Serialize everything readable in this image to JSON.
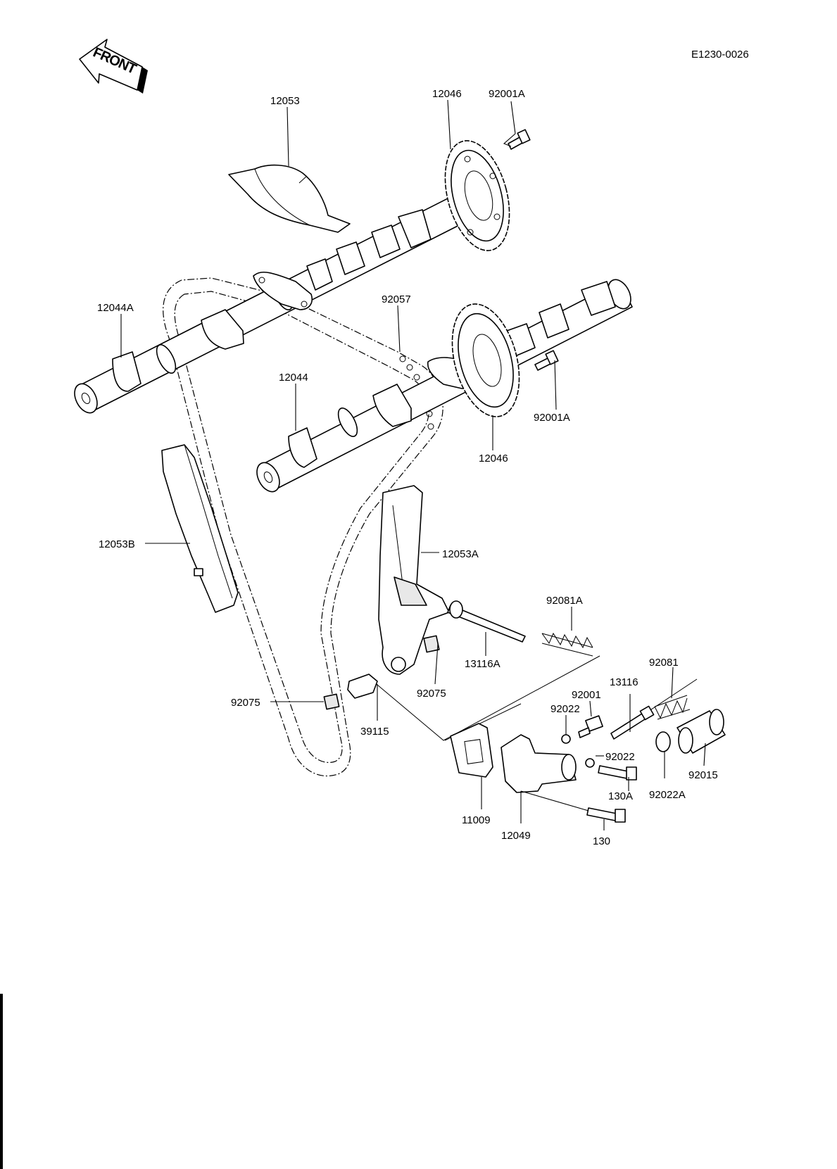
{
  "header": {
    "drawing_code": "E1230-0026",
    "front_badge": "FRONT"
  },
  "parts": [
    "12053",
    "12046",
    "92001A",
    "12044A",
    "92057",
    "12044",
    "92001A",
    "12046",
    "12053B",
    "12053A",
    "92081A",
    "13116A",
    "92075",
    "92075",
    "39115",
    "92081",
    "13116",
    "92001",
    "92022",
    "92022",
    "130A",
    "92022A",
    "92015",
    "11009",
    "12049",
    "130"
  ]
}
